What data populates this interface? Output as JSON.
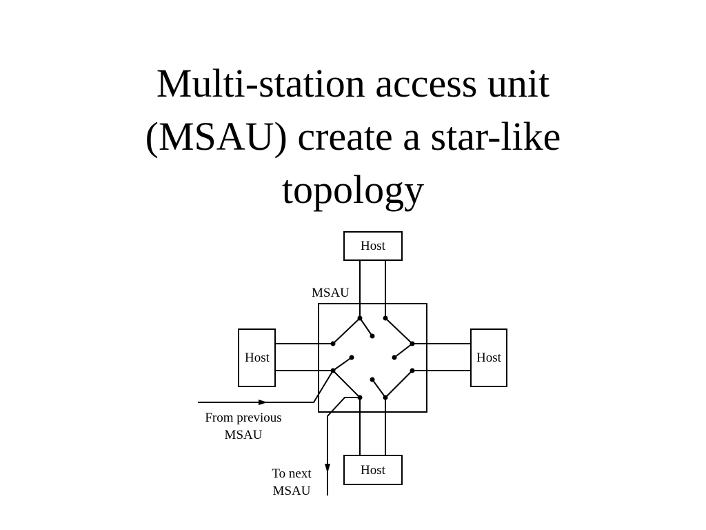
{
  "slide": {
    "title_lines": [
      "Multi-station access unit",
      "(MSAU) create a star-like",
      "topology"
    ]
  },
  "diagram": {
    "msau_label": "MSAU",
    "hosts": {
      "top": "Host",
      "left": "Host",
      "right": "Host",
      "bottom": "Host"
    },
    "from_previous": [
      "From previous",
      "MSAU"
    ],
    "to_next": [
      "To next",
      "MSAU"
    ]
  }
}
